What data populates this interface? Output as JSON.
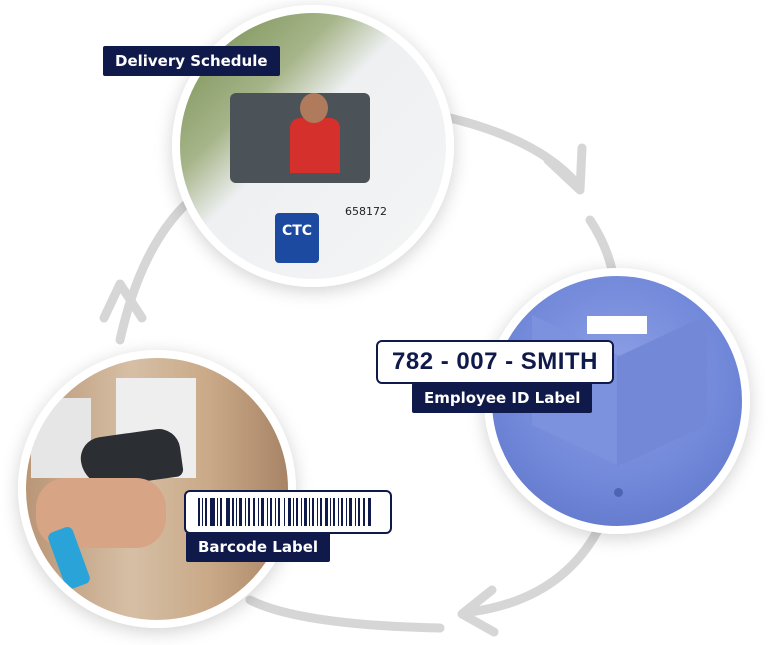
{
  "labels": {
    "delivery": "Delivery Schedule",
    "employee_id_value": "782 - 007 - SMITH",
    "employee_id": "Employee ID Label",
    "barcode": "Barcode Label"
  },
  "truck": {
    "logo": "CTC",
    "number": "658172"
  },
  "colors": {
    "navy": "#0f1a4a",
    "arrow_gray": "#d5d5d5",
    "shirt_blue": "#6f86d8"
  }
}
